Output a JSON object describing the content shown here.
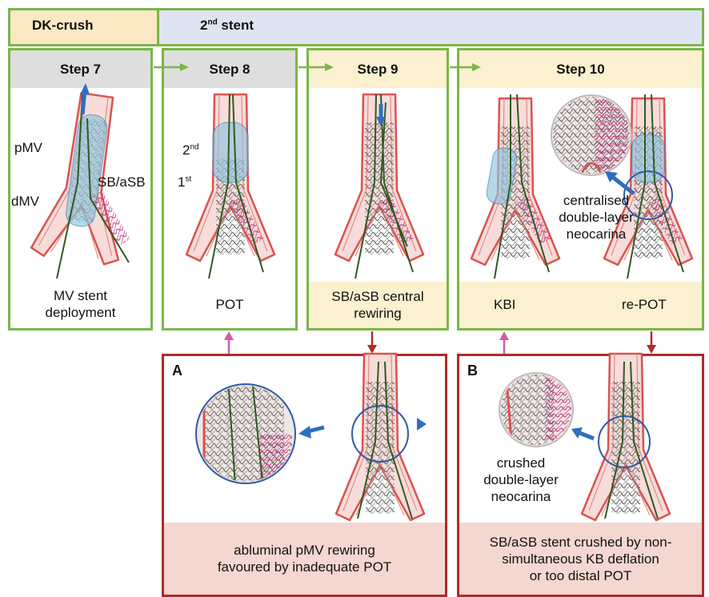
{
  "header": {
    "dk_crush": "DK-crush",
    "second_stent_prefix": "2",
    "second_stent_sup": "nd",
    "second_stent_suffix": " stent"
  },
  "steps": [
    {
      "title": "Step 7",
      "caption_lines": [
        "MV stent",
        "deployment"
      ]
    },
    {
      "title": "Step 8",
      "caption_lines": [
        "POT"
      ]
    },
    {
      "title": "Step 9",
      "caption_lines": [
        "SB/aSB central",
        "rewiring"
      ]
    },
    {
      "title": "Step 10",
      "caption_left": "KBI",
      "caption_right": "re-POT"
    }
  ],
  "labels": {
    "pmv": "pMV",
    "dmv": "dMV",
    "sb_asb": "SB/aSB",
    "second_num": "2",
    "second_sup": "nd",
    "first_num": "1",
    "first_sup": "st",
    "centralised": [
      "centralised",
      "double-layer",
      "neocarina"
    ],
    "crushed": [
      "crushed",
      "double-layer",
      "neocarina"
    ]
  },
  "complications": [
    {
      "letter": "A",
      "caption_lines": [
        "abluminal pMV rewiring",
        "favoured by inadequate POT"
      ]
    },
    {
      "letter": "B",
      "caption_lines": [
        "SB/aSB stent crushed by non-",
        "simultaneous KB deflation",
        "or too distal POT"
      ]
    }
  ],
  "colors": {
    "green_border": "#7ab648",
    "dk_crush_fill": "#fbe8c4",
    "second_stent_fill": "#dfe4f2",
    "step_gray": "#dedede",
    "step_cream": "#fbf0cf",
    "red_border": "#b22a2a",
    "pink_caption": "#f4d7d0",
    "arrow_blue": "#2e6fbf",
    "arrow_pink": "#d45aa8",
    "arrow_red": "#b22a2a",
    "vessel_red": "#d9534f",
    "vessel_fill": "#f7dcd9",
    "balloon_blue": "#8ec5e0",
    "sb_magenta": "#c4337f",
    "wire_green": "#2f5a1e"
  }
}
